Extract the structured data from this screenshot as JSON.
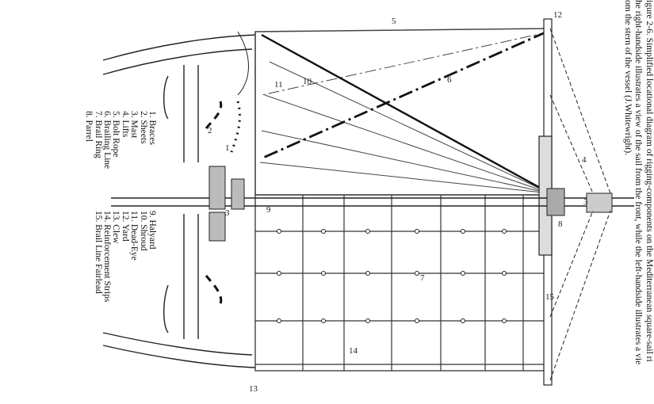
{
  "caption": {
    "lines": [
      "igure 2-6. Simplified locational diagram of rigging-components on the Mediterranean square-sail ri",
      "he right-handside illustrates a view of the sail from the front, while the left-handside illustrates a vie",
      "om the stern of the vessel (J.Whitewright)."
    ]
  },
  "legend": {
    "left": [
      "1. Braces",
      "2. Sheets",
      "3. Mast",
      "4. Lifts",
      "5. Bolt Rope",
      "6. Brailing Line",
      "7. Brail Ring",
      "8. Parrel"
    ],
    "right": [
      "9. Halyard",
      "10. Shroud",
      "11. Dead-Eye",
      "12. Yard",
      "13. Clew",
      "14. Reinforcement Strips",
      "15. Brail Line Fairlead"
    ]
  },
  "callouts": {
    "n1": "1",
    "n2": "2",
    "n3": "3",
    "n3b": "3",
    "n4": "4",
    "n5": "5",
    "n6": "6",
    "n7": "7",
    "n8": "8",
    "n9": "9",
    "n10": "10",
    "n11": "11",
    "n12": "12",
    "n13": "13",
    "n14": "14",
    "n15": "15"
  }
}
